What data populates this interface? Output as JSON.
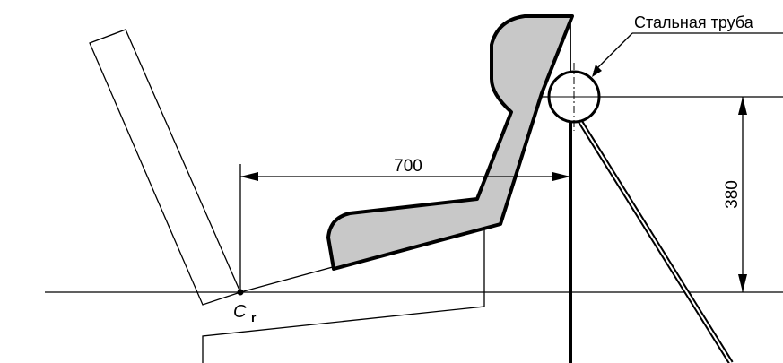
{
  "labels": {
    "steel_pipe": "Стальная труба",
    "distance_700": "700",
    "height_380": "380",
    "cr_letter": "C",
    "cr_subscript": "r"
  },
  "colors": {
    "stroke": "#000000",
    "seat_fill": "#c8c8c8",
    "background": "#ffffff"
  }
}
